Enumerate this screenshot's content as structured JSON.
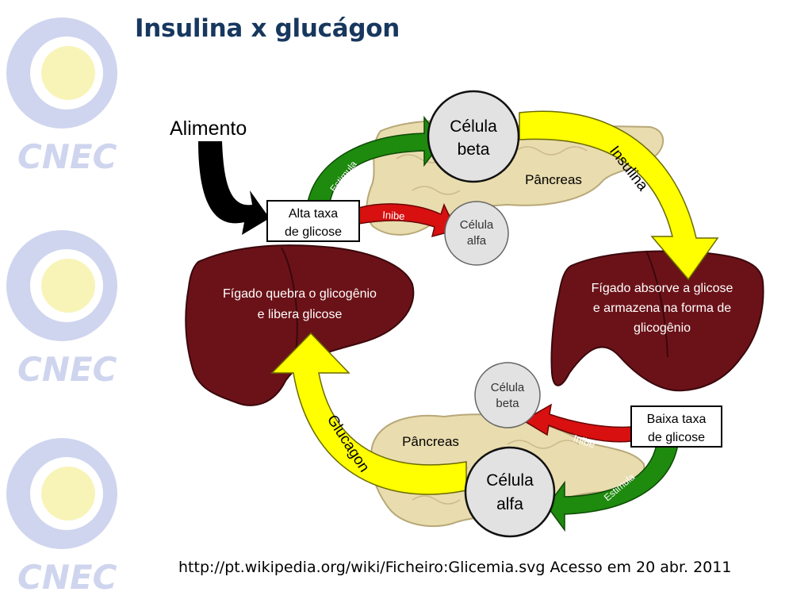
{
  "slide": {
    "title": "Insulina x glucágon",
    "source": "http://pt.wikipedia.org/wiki/Ficheiro:Glicemia.svg Acesso em 20 abr. 2011",
    "logo_text": "CNEC"
  },
  "diagram": {
    "alimento": "Alimento",
    "high_glucose": [
      "Alta taxa",
      "de glicose"
    ],
    "low_glucose": [
      "Baixa taxa",
      "de glicose"
    ],
    "top_beta_cell": [
      "Célula",
      "beta"
    ],
    "top_alpha_cell": [
      "Célula",
      "alfa"
    ],
    "bottom_beta_cell": [
      "Célula",
      "beta"
    ],
    "bottom_alpha_cell": [
      "Célula",
      "alfa"
    ],
    "pancreas_top": "Pâncreas",
    "pancreas_bottom": "Pâncreas",
    "stimulates_top": "Estimula",
    "stimulates_bottom": "Estimula",
    "inhibits_top": "Inibe",
    "inhibits_bottom": "Inibe",
    "insulin": "Insulina",
    "glucagon": "Glucagon",
    "liver_left": [
      "Fígado quebra o glicogênio",
      "e libera glicose"
    ],
    "liver_right": [
      "Fígado absorve a glicose",
      "e armazena na forma de",
      "glicogênio"
    ]
  },
  "colors": {
    "title": "#17375e",
    "liver": "#6b1218",
    "pancreas": "#e9dcae",
    "insulin_arrow": "#ffff00",
    "stimulate_arrow": "#1e8a0e",
    "inhibit_arrow": "#d81010",
    "cell": "#e2e2e2",
    "logo_blue": "#cfd5ee",
    "logo_yellow": "#f8f4b8"
  }
}
